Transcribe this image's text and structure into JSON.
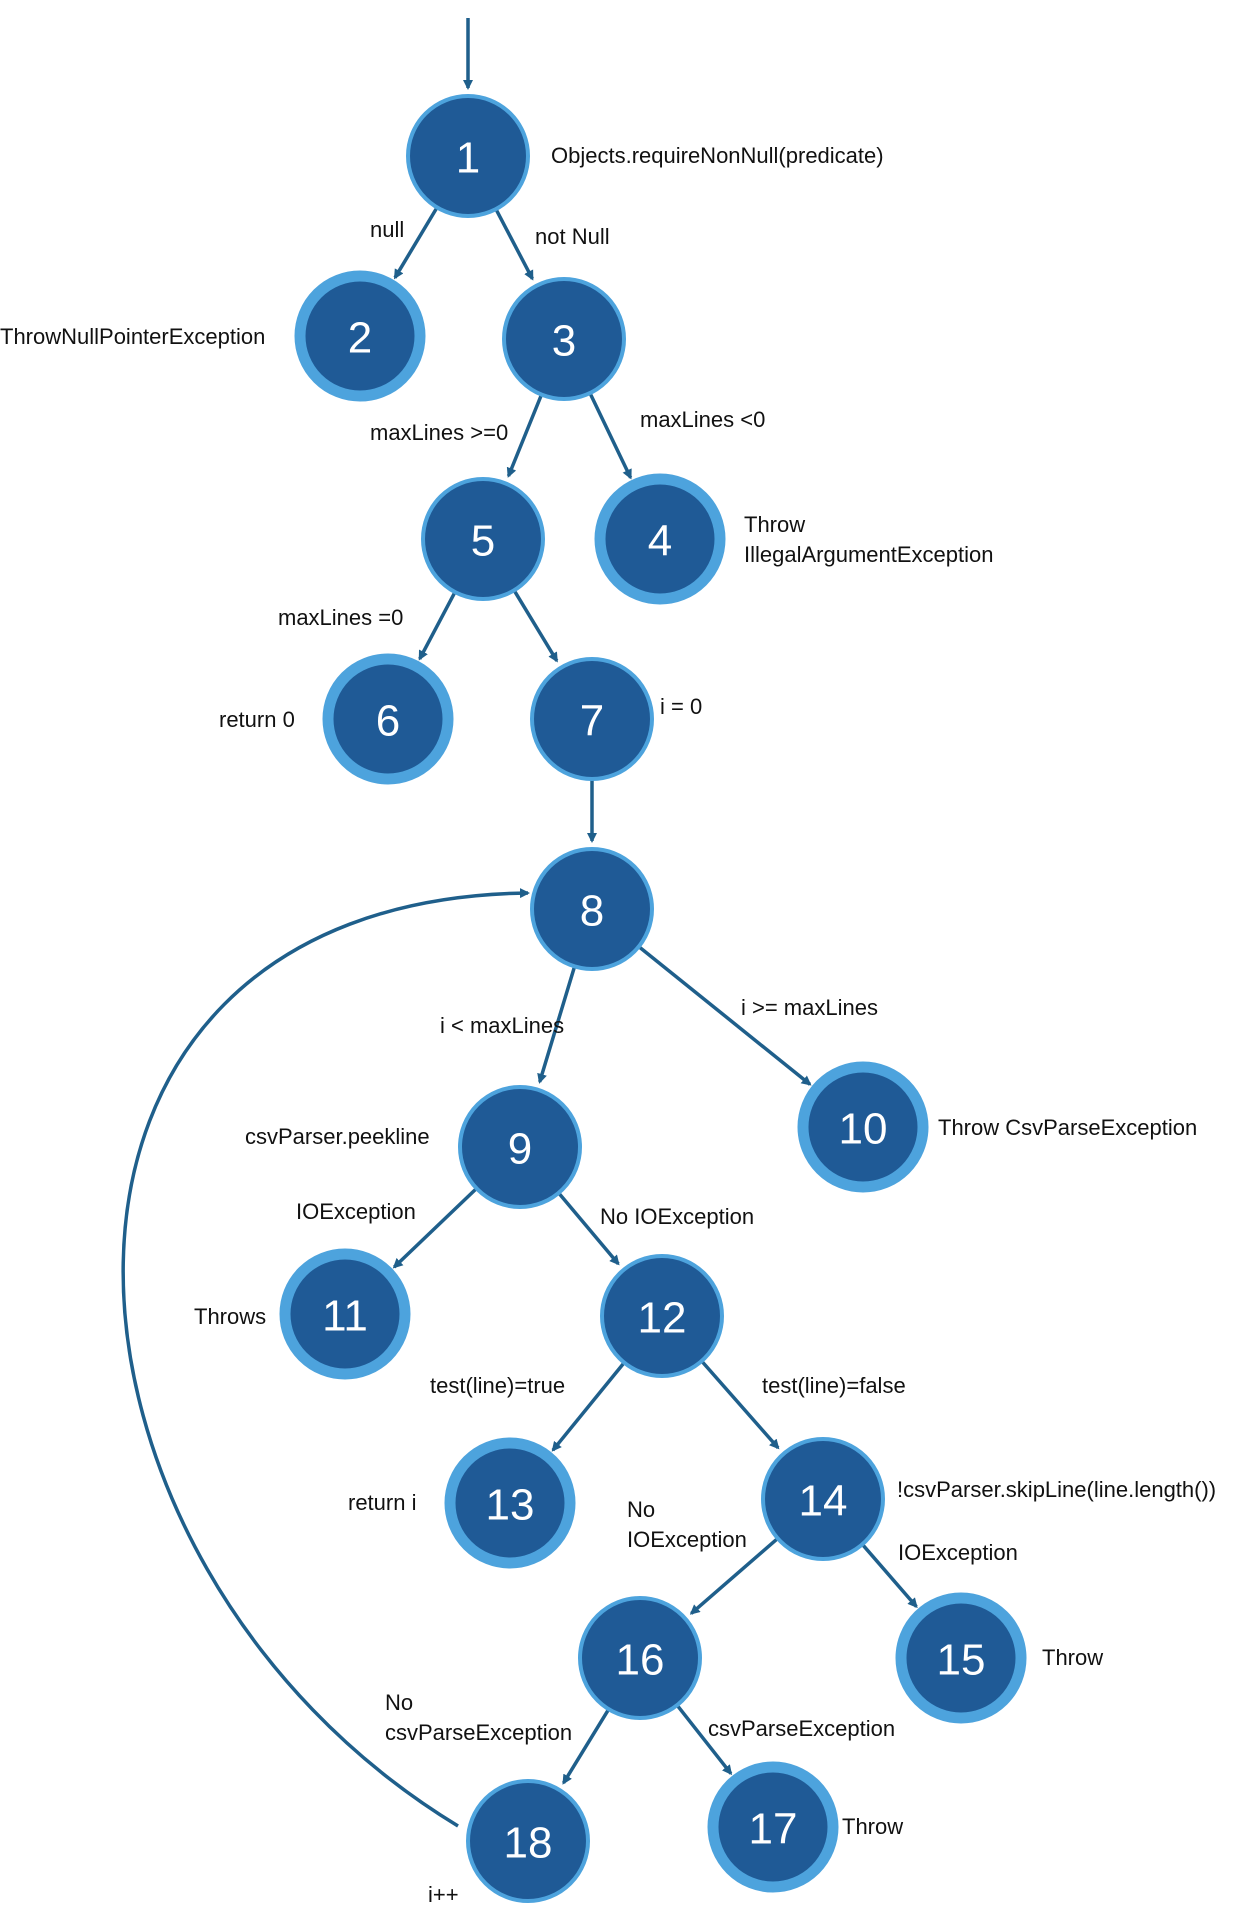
{
  "diagram": {
    "nodes": [
      {
        "id": "1",
        "terminal": false
      },
      {
        "id": "2",
        "terminal": true
      },
      {
        "id": "3",
        "terminal": false
      },
      {
        "id": "4",
        "terminal": true
      },
      {
        "id": "5",
        "terminal": false
      },
      {
        "id": "6",
        "terminal": true
      },
      {
        "id": "7",
        "terminal": false
      },
      {
        "id": "8",
        "terminal": false
      },
      {
        "id": "9",
        "terminal": false
      },
      {
        "id": "10",
        "terminal": true
      },
      {
        "id": "11",
        "terminal": true
      },
      {
        "id": "12",
        "terminal": false
      },
      {
        "id": "13",
        "terminal": true
      },
      {
        "id": "14",
        "terminal": false
      },
      {
        "id": "15",
        "terminal": true
      },
      {
        "id": "16",
        "terminal": false
      },
      {
        "id": "17",
        "terminal": true
      },
      {
        "id": "18",
        "terminal": false
      }
    ],
    "edges": [
      {
        "from": "entry",
        "to": "1",
        "label": ""
      },
      {
        "from": "1",
        "to": "2",
        "label": "null"
      },
      {
        "from": "1",
        "to": "3",
        "label": "not Null"
      },
      {
        "from": "3",
        "to": "5",
        "label": "maxLines >=0"
      },
      {
        "from": "3",
        "to": "4",
        "label": "maxLines <0"
      },
      {
        "from": "5",
        "to": "6",
        "label": "maxLines =0"
      },
      {
        "from": "5",
        "to": "7",
        "label": ""
      },
      {
        "from": "7",
        "to": "8",
        "label": ""
      },
      {
        "from": "8",
        "to": "9",
        "label": "i < maxLines"
      },
      {
        "from": "8",
        "to": "10",
        "label": "i >= maxLines"
      },
      {
        "from": "9",
        "to": "11",
        "label": "IOException"
      },
      {
        "from": "9",
        "to": "12",
        "label": "No IOException"
      },
      {
        "from": "12",
        "to": "13",
        "label": "test(line)=true"
      },
      {
        "from": "12",
        "to": "14",
        "label": "test(line)=false"
      },
      {
        "from": "14",
        "to": "16",
        "label": [
          "No",
          "IOException"
        ]
      },
      {
        "from": "14",
        "to": "15",
        "label": "IOException"
      },
      {
        "from": "16",
        "to": "18",
        "label": [
          "No",
          "csvParseException"
        ]
      },
      {
        "from": "16",
        "to": "17",
        "label": "csvParseException"
      },
      {
        "from": "18",
        "to": "8",
        "label": ""
      }
    ],
    "node_notes": {
      "1": "Objects.requireNonNull(predicate)",
      "2": "ThrowNullPointerException",
      "4": [
        "Throw",
        "IllegalArgumentException"
      ],
      "6": "return 0",
      "7": "i = 0",
      "9": "csvParser.peekline",
      "10": "Throw CsvParseException",
      "11": "Throws",
      "13": "return i",
      "14": "!csvParser.skipLine(line.length())",
      "15": "Throw",
      "17": "Throw",
      "18": "i++"
    },
    "colors": {
      "node_fill": "#1f5a96",
      "node_border": "#4da3dd",
      "edge": "#1f5f8b",
      "node_text": "#ffffff",
      "label_text": "#111111"
    }
  }
}
